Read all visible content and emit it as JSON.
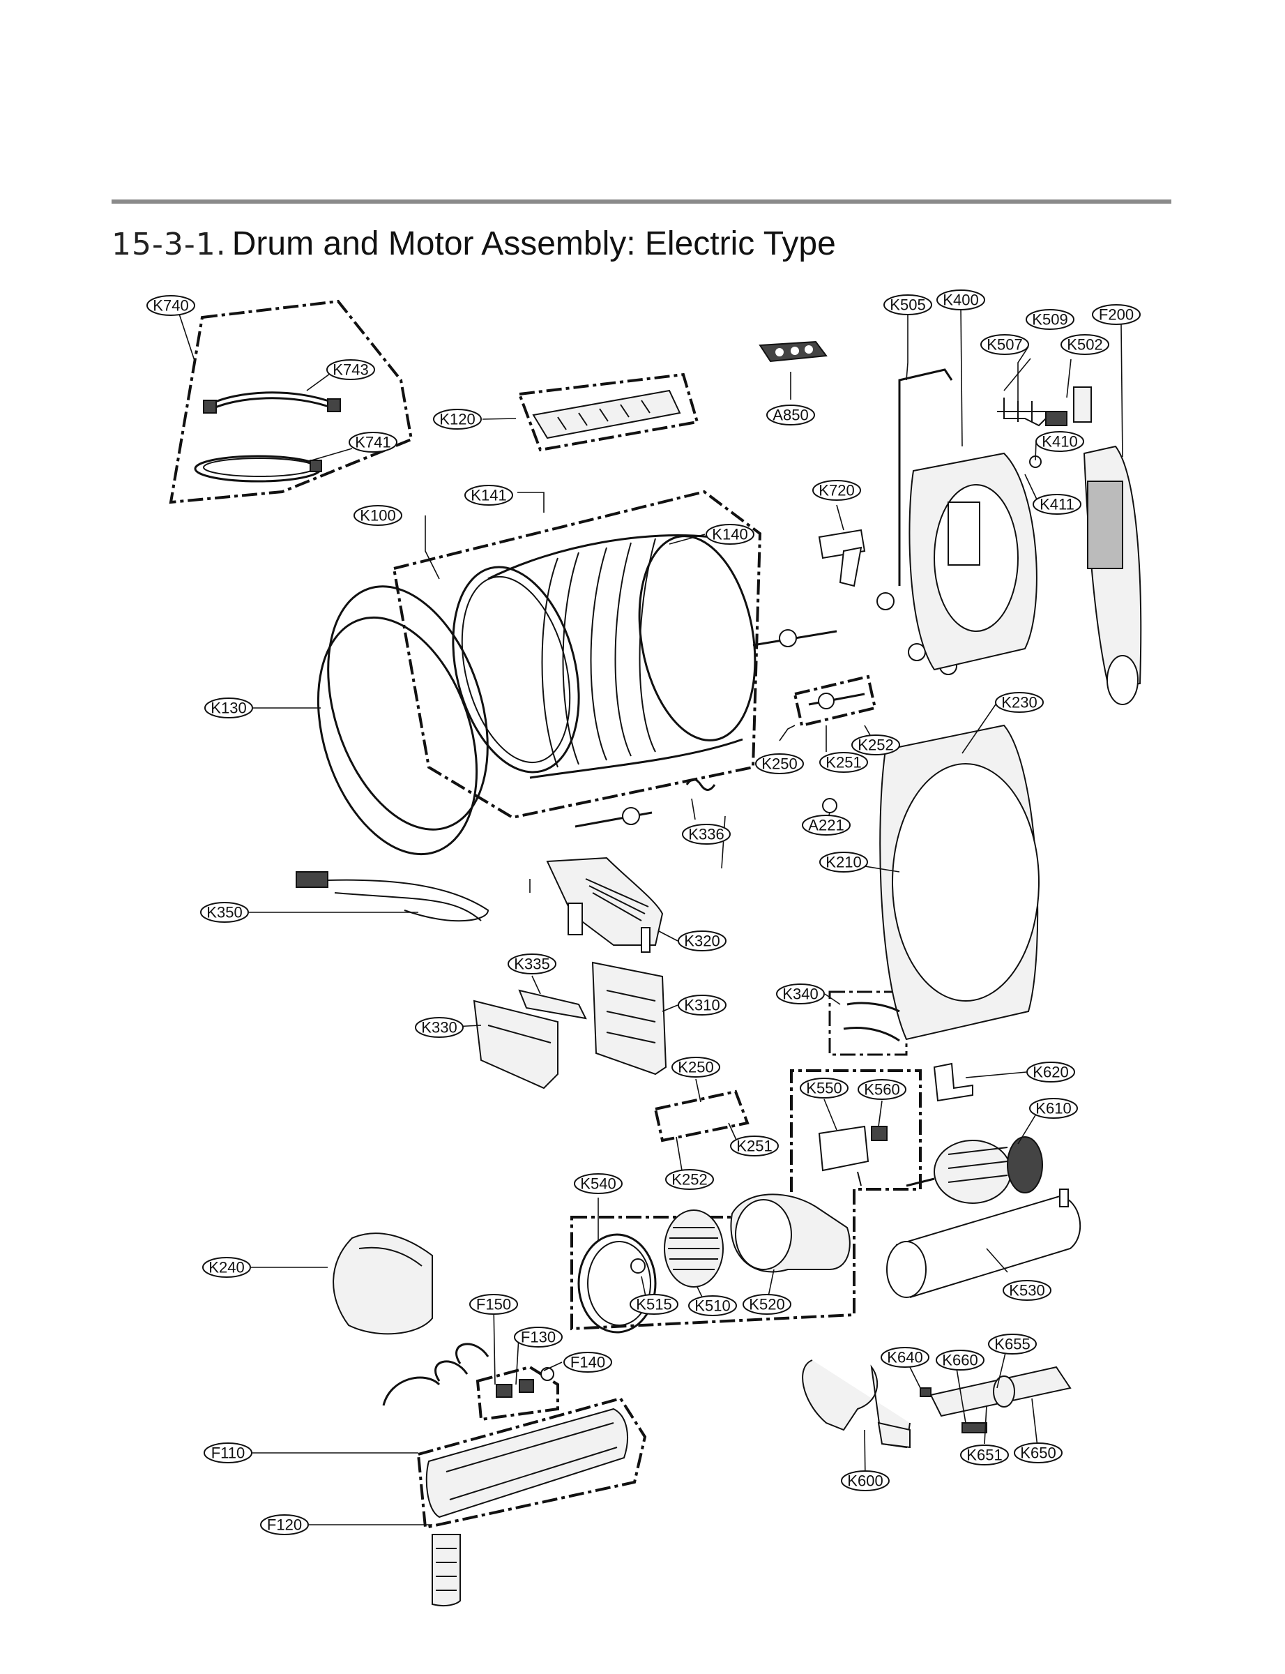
{
  "header": {
    "section_number": "15-3-1.",
    "title": "Drum and Motor Assembly: Electric Type"
  },
  "callouts": [
    {
      "id": "K740",
      "label": "K740"
    },
    {
      "id": "K743",
      "label": "K743"
    },
    {
      "id": "K741",
      "label": "K741"
    },
    {
      "id": "K120",
      "label": "K120"
    },
    {
      "id": "A850",
      "label": "A850"
    },
    {
      "id": "K505",
      "label": "K505"
    },
    {
      "id": "K400",
      "label": "K400"
    },
    {
      "id": "K509",
      "label": "K509"
    },
    {
      "id": "F200",
      "label": "F200"
    },
    {
      "id": "K507",
      "label": "K507"
    },
    {
      "id": "K502",
      "label": "K502"
    },
    {
      "id": "K410",
      "label": "K410"
    },
    {
      "id": "K411",
      "label": "K411"
    },
    {
      "id": "K141",
      "label": "K141"
    },
    {
      "id": "K100",
      "label": "K100"
    },
    {
      "id": "K140",
      "label": "K140"
    },
    {
      "id": "K720",
      "label": "K720"
    },
    {
      "id": "K130",
      "label": "K130"
    },
    {
      "id": "K230",
      "label": "K230"
    },
    {
      "id": "K252a",
      "label": "K252"
    },
    {
      "id": "K250a",
      "label": "K250"
    },
    {
      "id": "K251a",
      "label": "K251"
    },
    {
      "id": "K336",
      "label": "K336"
    },
    {
      "id": "A221",
      "label": "A221"
    },
    {
      "id": "K210",
      "label": "K210"
    },
    {
      "id": "K350",
      "label": "K350"
    },
    {
      "id": "K320",
      "label": "K320"
    },
    {
      "id": "K335",
      "label": "K335"
    },
    {
      "id": "K310",
      "label": "K310"
    },
    {
      "id": "K340",
      "label": "K340"
    },
    {
      "id": "K330",
      "label": "K330"
    },
    {
      "id": "K250b",
      "label": "K250"
    },
    {
      "id": "K620",
      "label": "K620"
    },
    {
      "id": "K550",
      "label": "K550"
    },
    {
      "id": "K560",
      "label": "K560"
    },
    {
      "id": "K610",
      "label": "K610"
    },
    {
      "id": "K251b",
      "label": "K251"
    },
    {
      "id": "K252b",
      "label": "K252"
    },
    {
      "id": "K540",
      "label": "K540"
    },
    {
      "id": "K240",
      "label": "K240"
    },
    {
      "id": "K530",
      "label": "K530"
    },
    {
      "id": "K515",
      "label": "K515"
    },
    {
      "id": "K510",
      "label": "K510"
    },
    {
      "id": "K520",
      "label": "K520"
    },
    {
      "id": "F150",
      "label": "F150"
    },
    {
      "id": "F130",
      "label": "F130"
    },
    {
      "id": "K655",
      "label": "K655"
    },
    {
      "id": "F140",
      "label": "F140"
    },
    {
      "id": "K640",
      "label": "K640"
    },
    {
      "id": "K660",
      "label": "K660"
    },
    {
      "id": "F110",
      "label": "F110"
    },
    {
      "id": "K651",
      "label": "K651"
    },
    {
      "id": "K650",
      "label": "K650"
    },
    {
      "id": "K600",
      "label": "K600"
    },
    {
      "id": "F120",
      "label": "F120"
    }
  ]
}
